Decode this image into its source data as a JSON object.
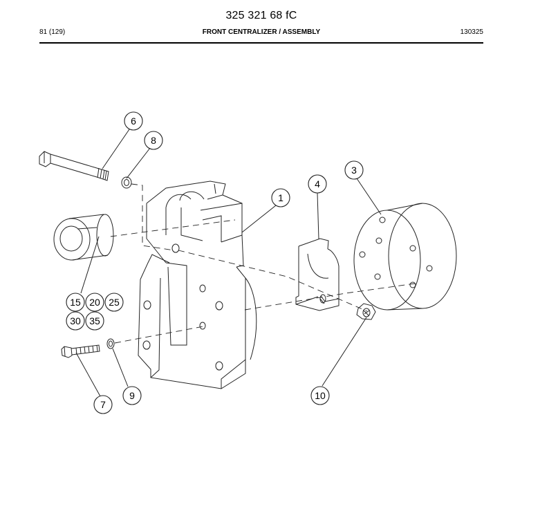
{
  "header": {
    "doc_number": "325 321 68 fC",
    "page_ref": "81 (129)",
    "title": "FRONT CENTRALIZER / ASSEMBLY",
    "doc_code": "130325"
  },
  "callouts": {
    "c1": "1",
    "c3": "3",
    "c4": "4",
    "c6": "6",
    "c7": "7",
    "c8": "8",
    "c9": "9",
    "c10": "10",
    "c15": "15",
    "c20": "20",
    "c25": "25",
    "c30": "30",
    "c35": "35"
  }
}
